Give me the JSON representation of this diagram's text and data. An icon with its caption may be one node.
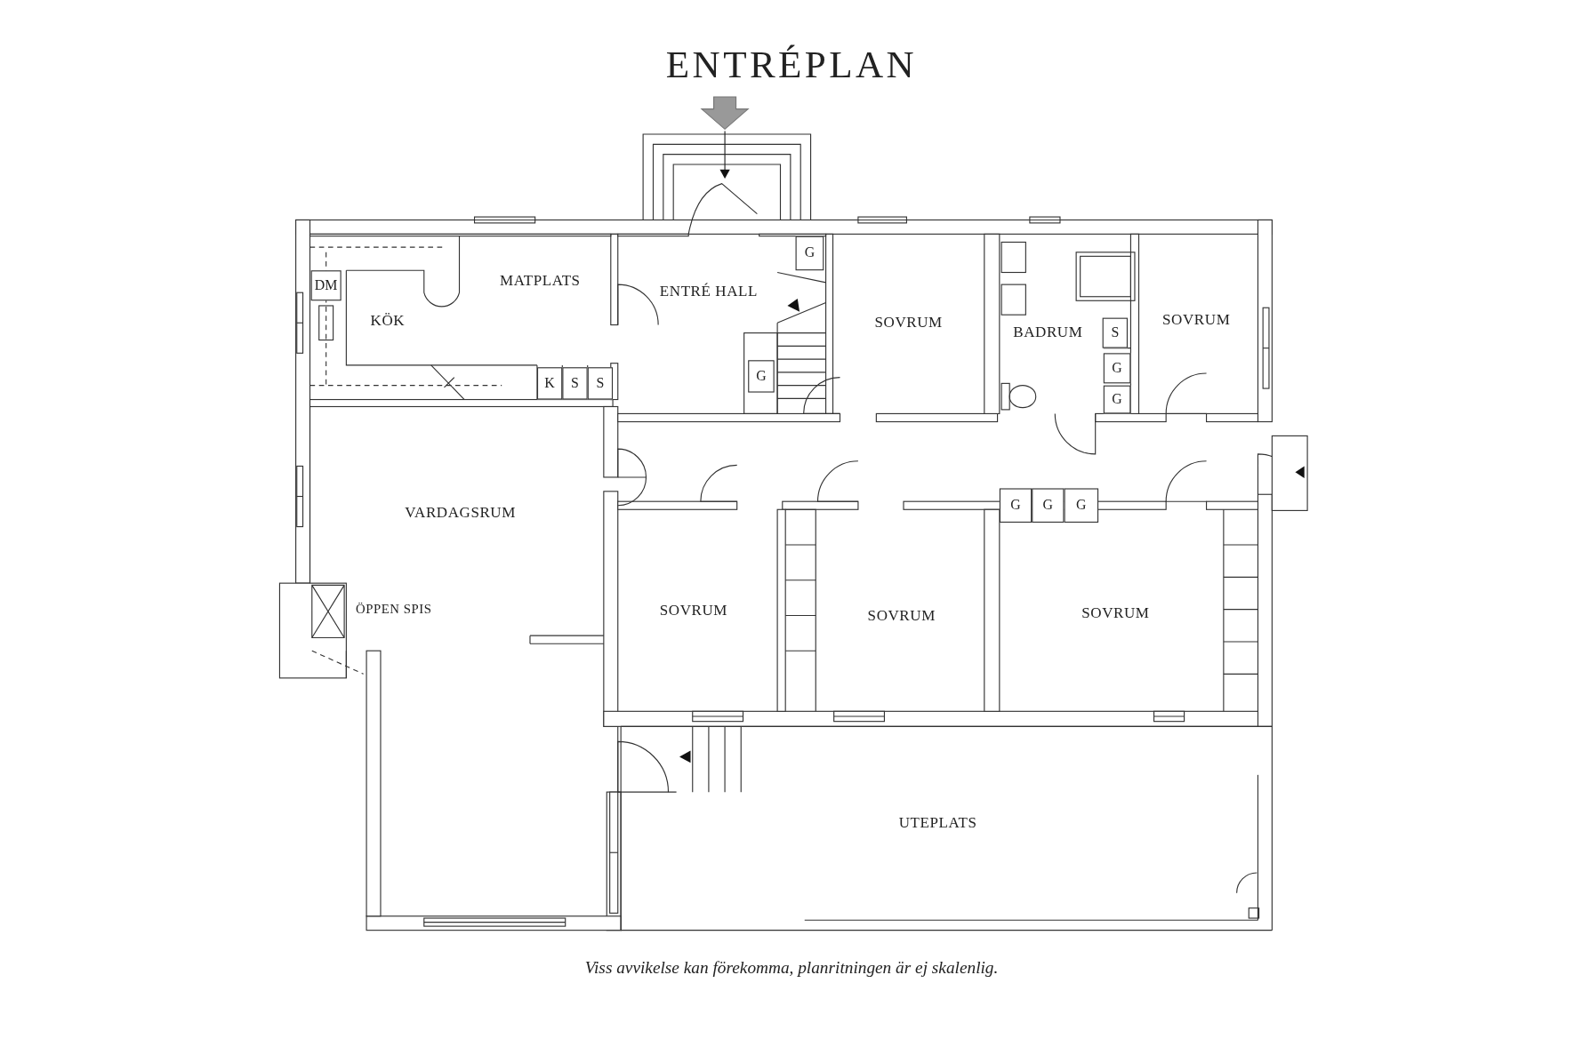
{
  "diagram": {
    "title": "ENTRÉPLAN",
    "caption": "Viss avvikelse kan förekomma, planritningen är ej skalenlig.",
    "nodes": [
      {
        "text": [
          "G"
        ]
      },
      {
        "text": [
          "DM"
        ]
      },
      {
        "text": [
          "S"
        ]
      },
      {
        "text": [
          "G"
        ]
      },
      {
        "text": [
          "G"
        ]
      },
      {
        "text": [
          "K"
        ]
      },
      {
        "text": [
          "S"
        ]
      },
      {
        "text": [
          "S"
        ]
      },
      {
        "text": [
          "G"
        ]
      },
      {
        "text": [
          "G"
        ]
      },
      {
        "text": [
          "G"
        ]
      },
      {
        "text": [
          "G"
        ]
      }
    ],
    "labels": [
      "MATPLATS",
      "ENTRÉ HALL",
      "KÖK",
      "SOVRUM",
      "BADRUM",
      "SOVRUM",
      "VARDAGSRUM",
      "ÖPPEN SPIS",
      "SOVRUM",
      "SOVRUM",
      "SOVRUM",
      "UTEPLATS"
    ]
  }
}
